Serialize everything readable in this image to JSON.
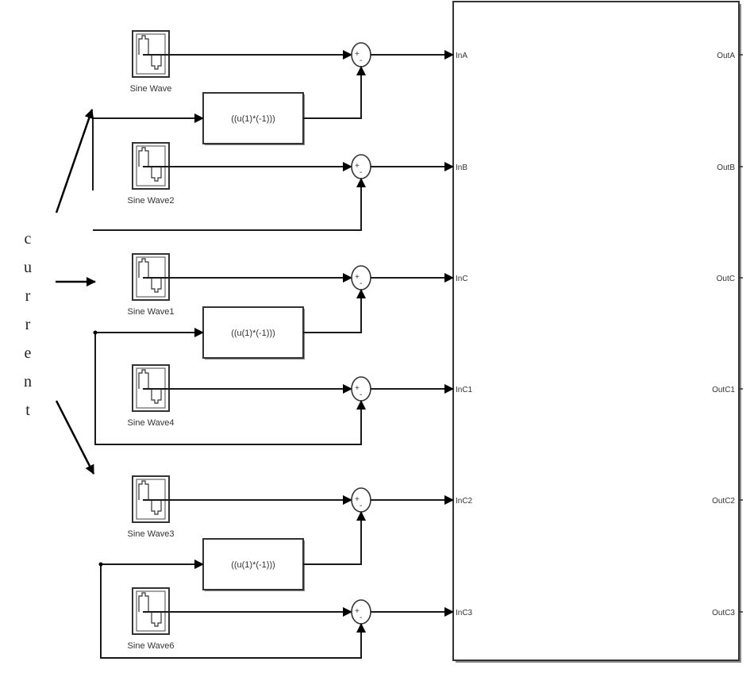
{
  "diagram": {
    "type": "simulink-block-diagram",
    "annotation": {
      "vertical_text": "current",
      "letters": [
        "c",
        "u",
        "r",
        "r",
        "e",
        "n",
        "t"
      ]
    },
    "sources": [
      {
        "id": "sw0",
        "label": "Sine Wave",
        "row": 0
      },
      {
        "id": "sw2",
        "label": "Sine Wave2",
        "row": 1
      },
      {
        "id": "sw1",
        "label": "Sine Wave1",
        "row": 2
      },
      {
        "id": "sw4",
        "label": "Sine Wave4",
        "row": 3
      },
      {
        "id": "sw3",
        "label": "Sine Wave3",
        "row": 4
      },
      {
        "id": "sw6",
        "label": "Sine Wave6",
        "row": 5
      }
    ],
    "functions": [
      {
        "id": "fcn1",
        "expression": "((u(1)*(-1)))",
        "between_rows": [
          0,
          1
        ]
      },
      {
        "id": "fcn2",
        "expression": "((u(1)*(-1)))",
        "between_rows": [
          2,
          3
        ]
      },
      {
        "id": "fcn3",
        "expression": "((u(1)*(-1)))",
        "between_rows": [
          4,
          5
        ]
      }
    ],
    "sums": [
      {
        "id": "sum0",
        "signs": [
          "+",
          "-"
        ]
      },
      {
        "id": "sum1",
        "signs": [
          "+",
          "-"
        ]
      },
      {
        "id": "sum2",
        "signs": [
          "+",
          "-"
        ]
      },
      {
        "id": "sum3",
        "signs": [
          "+",
          "-"
        ]
      },
      {
        "id": "sum4",
        "signs": [
          "+",
          "-"
        ]
      },
      {
        "id": "sum5",
        "signs": [
          "+",
          "-"
        ]
      }
    ],
    "subsystem": {
      "inputs": [
        "InA",
        "InB",
        "InC",
        "InC1",
        "InC2",
        "InC3"
      ],
      "outputs": [
        "OutA",
        "OutB",
        "OutC",
        "OutC1",
        "OutC2",
        "OutC3"
      ]
    }
  }
}
